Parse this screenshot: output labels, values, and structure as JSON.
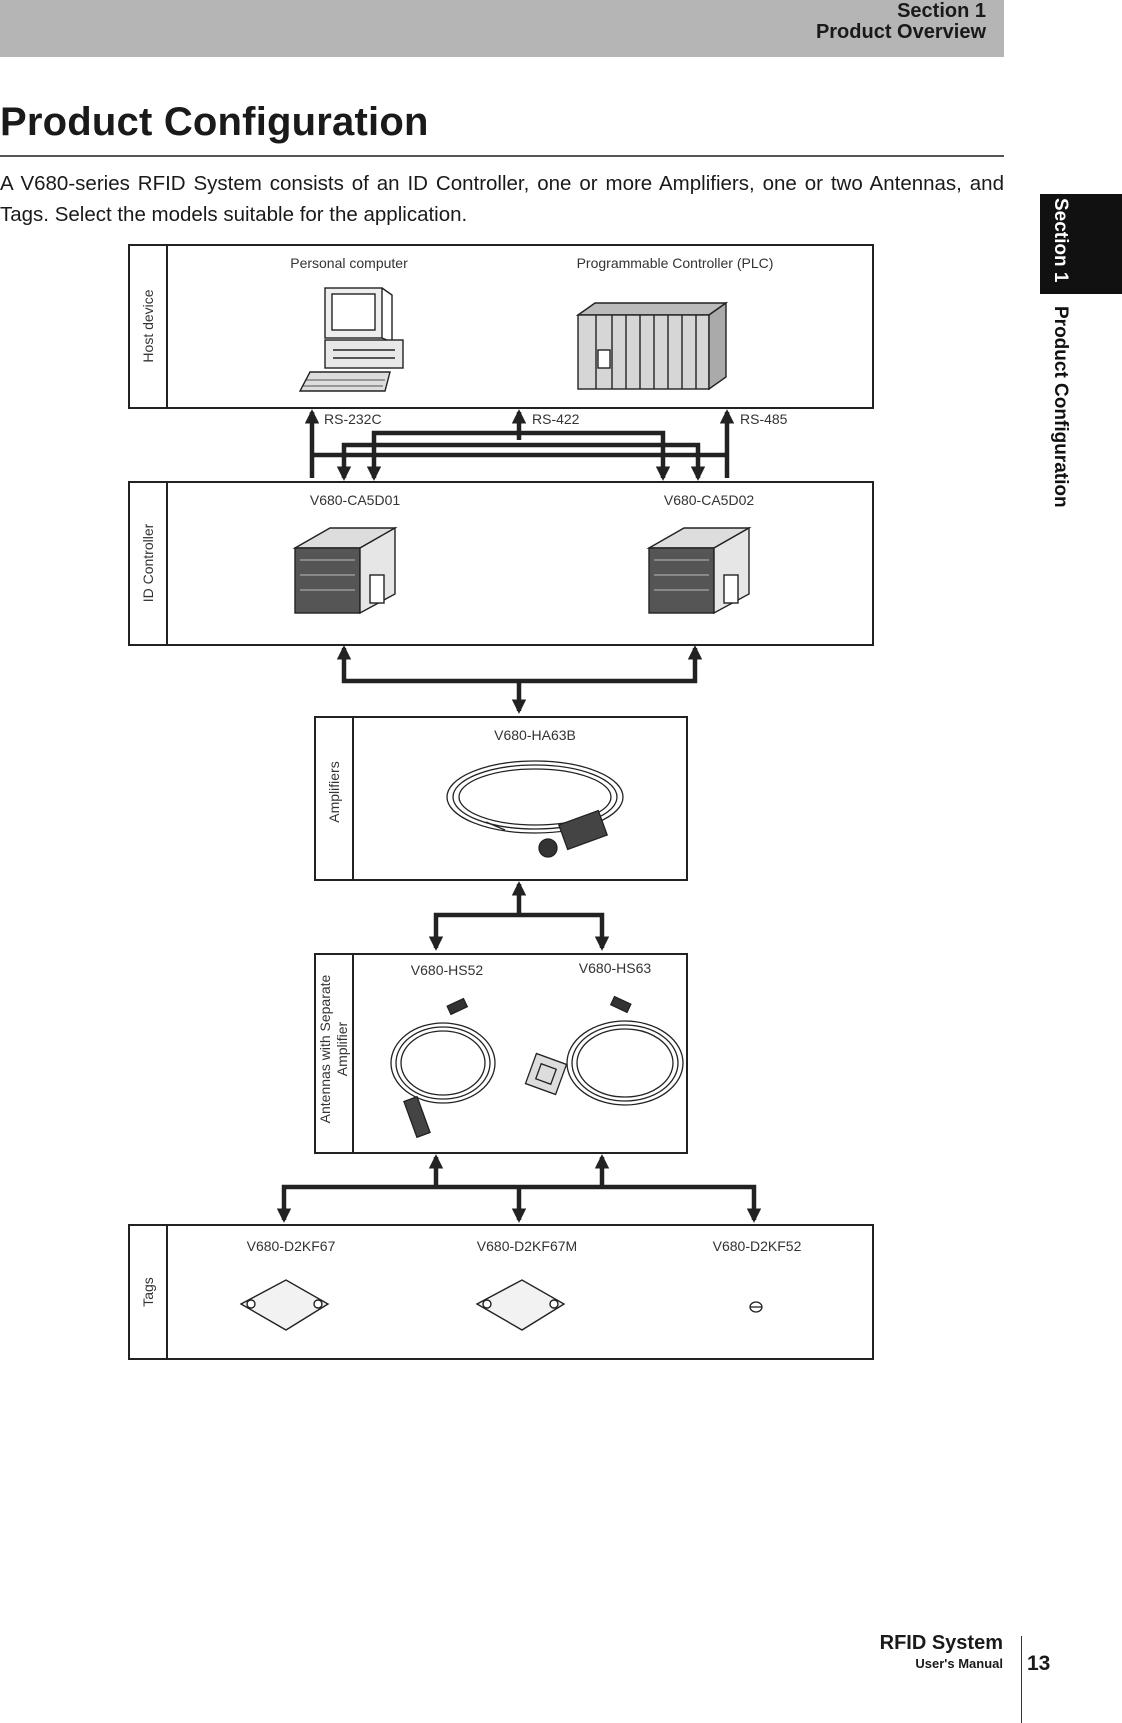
{
  "header": {
    "section": "Section 1",
    "chapter": "Product Overview"
  },
  "title": "Product Configuration",
  "intro": "A V680-series RFID System consists of an ID Controller, one or more Amplifiers, one or two Antennas, and Tags. Select the models suitable for the application.",
  "side_tab": {
    "section": "Section 1",
    "title": "Product Configuration"
  },
  "diagram": {
    "host": {
      "label": "Host device",
      "items": [
        "Personal computer",
        "Programmable Controller (PLC)"
      ]
    },
    "interfaces": [
      "RS-232C",
      "RS-422",
      "RS-485"
    ],
    "controller": {
      "label": "ID Controller",
      "items": [
        "V680-CA5D01",
        "V680-CA5D02"
      ]
    },
    "amplifiers": {
      "label": "Amplifiers",
      "items": [
        "V680-HA63B"
      ]
    },
    "antennas": {
      "label_line1": "Antennas with Separate",
      "label_line2": "Amplifier",
      "items": [
        "V680-HS52",
        "V680-HS63"
      ]
    },
    "tags": {
      "label": "Tags",
      "items": [
        "V680-D2KF67",
        "V680-D2KF67M",
        "V680-D2KF52"
      ]
    }
  },
  "footer": {
    "product": "RFID System",
    "manual": "User's Manual",
    "page": "13"
  }
}
